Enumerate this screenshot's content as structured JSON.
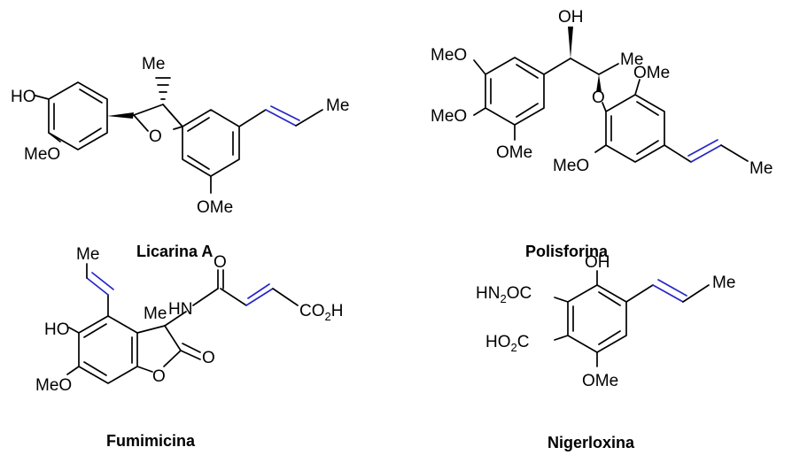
{
  "molecules": {
    "licarina": {
      "name": "Licarina A",
      "labels": {
        "ho": "HO",
        "meo": "MeO",
        "me_top": "Me",
        "o_ring": "O",
        "ome": "OMe",
        "me_end": "Me"
      }
    },
    "polisforina": {
      "name": "Polisforina",
      "labels": {
        "oh": "OH",
        "meo1": "MeO",
        "meo2": "MeO",
        "ome_bottom": "OMe",
        "me": "Me",
        "o_ether": "O",
        "ome_right": "OMe",
        "meo3": "MeO",
        "me_end": "Me"
      }
    },
    "fumimicina": {
      "name": "Fumimicina",
      "labels": {
        "me_top": "Me",
        "ho": "HO",
        "meo": "MeO",
        "me": "Me",
        "hn": "HN",
        "o_amide": "O",
        "co2h_main": "CO",
        "co2h_sub": "2",
        "co2h_end": "H",
        "o_ring": "O",
        "o_carbonyl": "O"
      }
    },
    "nigerloxina": {
      "name": "Nigerloxina",
      "labels": {
        "oh": "OH",
        "hn2oc_a": "HN",
        "hn2oc_sub": "2",
        "hn2oc_b": "OC",
        "me": "Me",
        "ho2c_a": "HO",
        "ho2c_sub": "2",
        "ho2c_b": "C",
        "ome": "OMe"
      }
    }
  }
}
